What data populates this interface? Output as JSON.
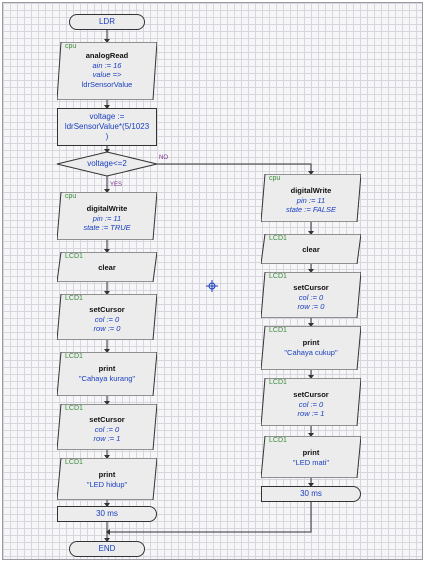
{
  "start": "LDR",
  "end": "END",
  "b1": {
    "tag": "cpu",
    "fn": "analogRead",
    "l1": "ain := 16",
    "l2": "value =>",
    "l3": "ldrSensorValue"
  },
  "b2": {
    "l1": "voltage :=",
    "l2": "ldrSensorValue*(5/1023",
    "l3": ")"
  },
  "decision": {
    "text": "voltage<=2",
    "yes": "YES",
    "no": "NO"
  },
  "left": {
    "dw": {
      "tag": "cpu",
      "fn": "digitalWrite",
      "l1": "pin := 11",
      "l2": "state := TRUE"
    },
    "clear": {
      "tag": "LCD1",
      "fn": "clear"
    },
    "sc1": {
      "tag": "LCD1",
      "fn": "setCursor",
      "l1": "col := 0",
      "l2": "row := 0"
    },
    "p1": {
      "tag": "LCD1",
      "fn": "print",
      "l1": "\"Cahaya kurang\""
    },
    "sc2": {
      "tag": "LCD1",
      "fn": "setCursor",
      "l1": "col := 0",
      "l2": "row := 1"
    },
    "p2": {
      "tag": "LCD1",
      "fn": "print",
      "l1": "\"LED hidup\""
    },
    "delay": "30 ms"
  },
  "right": {
    "dw": {
      "tag": "cpu",
      "fn": "digitalWrite",
      "l1": "pin := 11",
      "l2": "state := FALSE"
    },
    "clear": {
      "tag": "LCD1",
      "fn": "clear"
    },
    "sc1": {
      "tag": "LCD1",
      "fn": "setCursor",
      "l1": "col := 0",
      "l2": "row := 0"
    },
    "p1": {
      "tag": "LCD1",
      "fn": "print",
      "l1": "\"Cahaya cukup\""
    },
    "sc2": {
      "tag": "LCD1",
      "fn": "setCursor",
      "l1": "col := 0",
      "l2": "row := 1"
    },
    "p2": {
      "tag": "LCD1",
      "fn": "print",
      "l1": "\"LED mati\""
    },
    "delay": "30 ms"
  },
  "icons": {
    "origin": "crosshair-icon"
  },
  "colors": {
    "text_blue": "#1a3fc0",
    "tag_green": "#3a8a3a",
    "box_fill": "#ececec",
    "grid": "#d6d6dc"
  }
}
